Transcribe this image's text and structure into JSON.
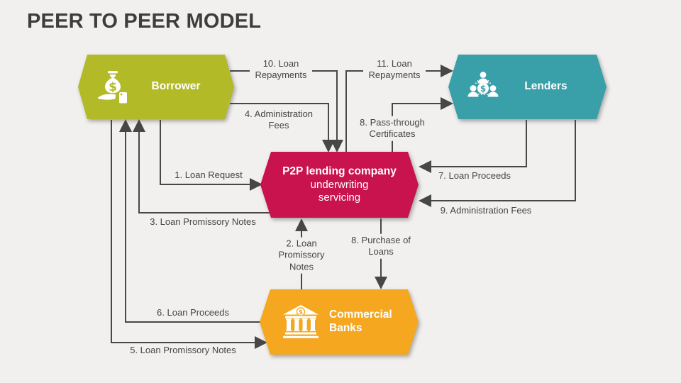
{
  "slide": {
    "title": "PEER TO PEER MODEL",
    "background": "#f1f0ee",
    "line_color": "#474747",
    "label_text_color": "#454545",
    "title_color": "#3d3d3d"
  },
  "nodes": {
    "borrower": {
      "label": "Borrower",
      "color": "#b2ba28",
      "icon": "money-bag-hand-icon"
    },
    "lenders": {
      "label": "Lenders",
      "color": "#399fa9",
      "icon": "lenders-group-icon"
    },
    "p2p": {
      "name": "P2P lending company",
      "subline1": "underwriting",
      "subline2": "servicing",
      "color": "#c8134f"
    },
    "banks": {
      "label": "Commercial Banks",
      "color": "#f4a71f",
      "icon": "bank-building-icon"
    }
  },
  "flows": {
    "f1": {
      "label": "1. Loan Request",
      "from": "Borrower",
      "to": "P2P lending company"
    },
    "f2": {
      "label": "2. Loan Promissory Notes",
      "from": "Commercial Banks",
      "to": "P2P lending company"
    },
    "f3": {
      "label": "3. Loan Promissory Notes",
      "from": "P2P lending company",
      "to": "Borrower"
    },
    "f4": {
      "label": "4. Administration Fees",
      "from": "Borrower",
      "to": "P2P lending company"
    },
    "f5": {
      "label": "5. Loan Promissory Notes",
      "from": "Borrower",
      "to": "Commercial Banks"
    },
    "f6": {
      "label": "6. Loan Proceeds",
      "from": "Commercial Banks",
      "to": "Borrower"
    },
    "f7": {
      "label": "7. Loan Proceeds",
      "from": "Lenders",
      "to": "P2P lending company"
    },
    "f8a": {
      "label": "8. Pass-through Certificates",
      "from": "P2P lending company",
      "to": "Lenders"
    },
    "f8b": {
      "label": "8. Purchase of Loans",
      "from": "P2P lending company",
      "to": "Commercial Banks"
    },
    "f9": {
      "label": "9. Administration Fees",
      "from": "Lenders",
      "to": "P2P lending company"
    },
    "f10": {
      "label": "10. Loan Repayments",
      "from": "Borrower",
      "to": "P2P lending company"
    },
    "f11": {
      "label": "11. Loan Repayments",
      "from": "P2P lending company",
      "to": "Lenders"
    }
  }
}
